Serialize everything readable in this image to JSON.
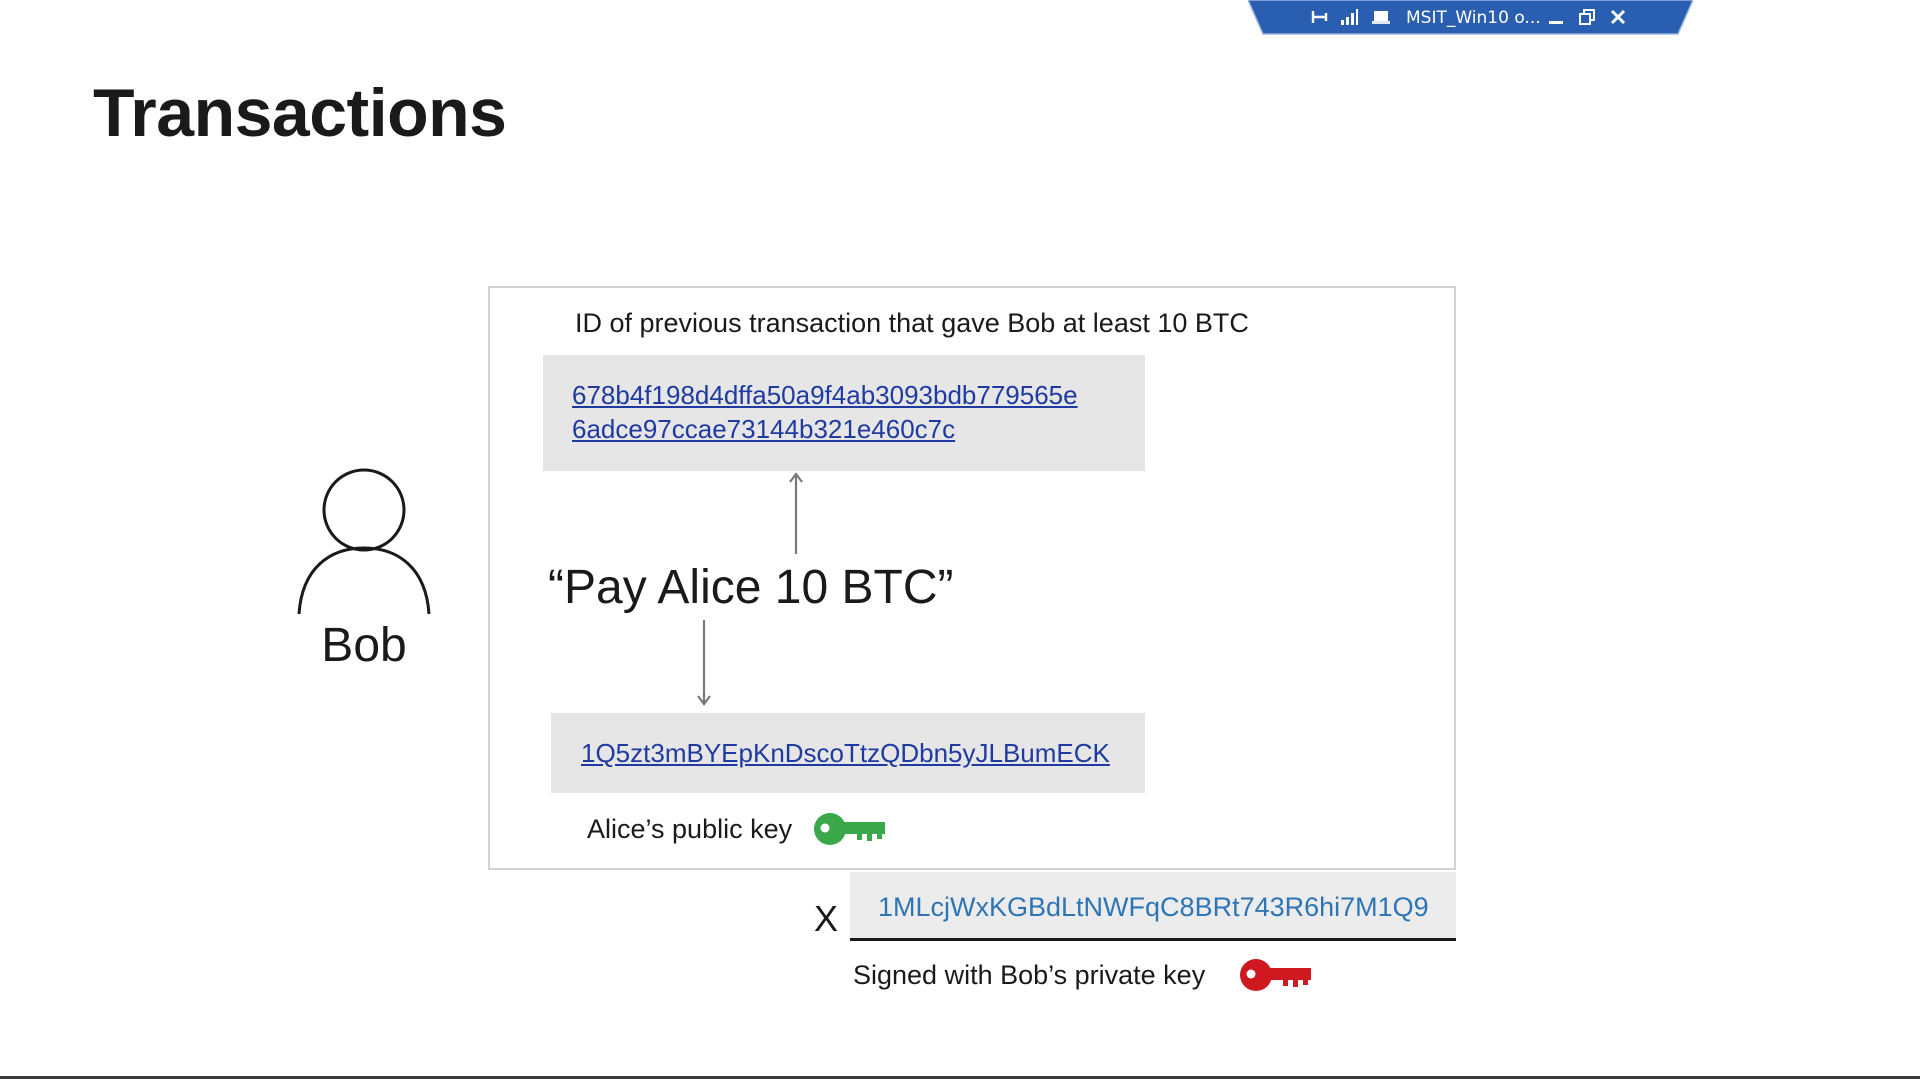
{
  "rdp_bar": {
    "title": "MSIT_Win10 o...",
    "background_color": "#2a5eb0",
    "icons": [
      "pin-icon",
      "signal-icon",
      "monitor-icon",
      "minimize-icon",
      "restore-icon",
      "close-icon"
    ]
  },
  "slide": {
    "title": "Transactions",
    "sender_name": "Bob",
    "prev_tx_label": "ID of previous transaction that gave Bob at least 10 BTC",
    "prev_tx_hash_line1": "678b4f198d4dffa50a9f4ab3093bdb779565e",
    "prev_tx_hash_line2": "6adce97ccae73144b321e460c7c",
    "pay_message": "“Pay Alice 10 BTC”",
    "recipient_address": "1Q5zt3mBYEpKnDscoTtzQDbn5yJLBumECK",
    "recipient_key_label": "Alice’s public key",
    "signature_mark": "X",
    "signature": "1MLcjWxKGBdLtNWFqC8BRt743R6hi7M1Q9",
    "signature_label": "Signed with Bob’s private key"
  },
  "colors": {
    "link_blue": "#1f3aa0",
    "signature_blue": "#2e75b6",
    "public_key_green": "#3aa84a",
    "private_key_red": "#d01820"
  }
}
